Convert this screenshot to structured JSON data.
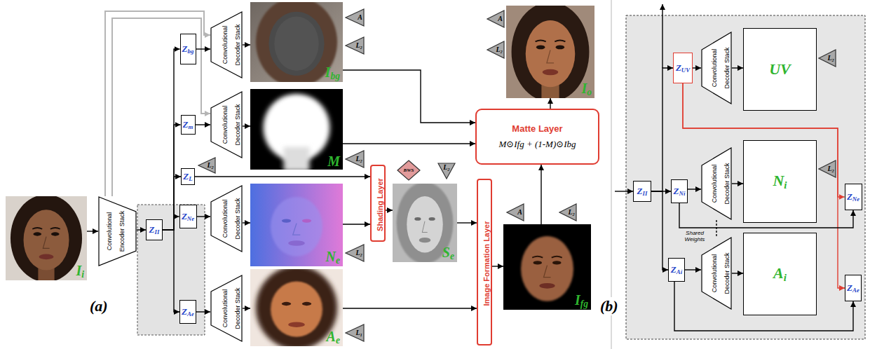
{
  "diagram": {
    "nodes": [
      {
        "text": [
          "I",
          "i"
        ]
      },
      {
        "text": [
          "Convolutional Encoder Stack"
        ]
      },
      {
        "text": [
          "Z",
          "II"
        ]
      },
      {
        "text": [
          "Z",
          "bg"
        ]
      },
      {
        "text": [
          "Z",
          "m"
        ]
      },
      {
        "text": [
          "Z",
          "L"
        ]
      },
      {
        "text": [
          "Z",
          "Ne"
        ]
      },
      {
        "text": [
          "Z",
          "Ae"
        ]
      },
      {
        "text": [
          "Convolutional Decoder Stack"
        ]
      },
      {
        "text": [
          "Convolutional Decoder Stack"
        ]
      },
      {
        "text": [
          "Convolutional Decoder Stack"
        ]
      },
      {
        "text": [
          "Convolutional Decoder Stack"
        ]
      },
      {
        "text": [
          "I",
          "bg"
        ]
      },
      {
        "text": [
          "M"
        ]
      },
      {
        "text": [
          "N",
          "e"
        ]
      },
      {
        "text": [
          "A",
          "e"
        ]
      },
      {
        "text": [
          "Shading Layer"
        ]
      },
      {
        "text": [
          "S",
          "e"
        ]
      },
      {
        "text": [
          "Image Formation Layer"
        ]
      },
      {
        "text": [
          "I",
          "fg"
        ]
      },
      {
        "text": [
          "Matte Layer",
          "M⊙Ifg + (1-M)⊙Ibg"
        ]
      },
      {
        "text": [
          "I",
          "o"
        ]
      },
      {
        "text": [
          "Z",
          "II"
        ]
      },
      {
        "text": [
          "Z",
          "UV"
        ]
      },
      {
        "text": [
          "Z",
          "Ni"
        ]
      },
      {
        "text": [
          "Z",
          "Ai"
        ]
      },
      {
        "text": [
          "Convolutional Decoder Stack"
        ]
      },
      {
        "text": [
          "Convolutional Decoder Stack"
        ]
      },
      {
        "text": [
          "Convolutional Decoder Stack"
        ]
      },
      {
        "text": [
          "UV"
        ]
      },
      {
        "text": [
          "N",
          "i"
        ]
      },
      {
        "text": [
          "A",
          "i"
        ]
      },
      {
        "text": [
          "Z",
          "Ne"
        ]
      },
      {
        "text": [
          "Z",
          "Ae"
        ]
      },
      {
        "text": [
          "A"
        ]
      },
      {
        "text": [
          "L₂"
        ]
      },
      {
        "text": [
          "L₂"
        ]
      },
      {
        "text": [
          "L₂"
        ]
      },
      {
        "text": [
          "L₂"
        ]
      },
      {
        "text": [
          "L₁"
        ]
      },
      {
        "text": [
          "BWS"
        ]
      },
      {
        "text": [
          "L₂"
        ]
      },
      {
        "text": [
          "A"
        ]
      },
      {
        "text": [
          "L₂"
        ]
      },
      {
        "text": [
          "A"
        ]
      },
      {
        "text": [
          "L₂"
        ]
      },
      {
        "text": [
          "L₂"
        ]
      },
      {
        "text": [
          "L₂"
        ]
      }
    ],
    "edges": [
      {
        "from": 0,
        "to": 1,
        "arrow": "to"
      },
      {
        "from": 1,
        "to": 2,
        "arrow": "to"
      },
      {
        "from": 1,
        "to": 8,
        "arrow": "to"
      },
      {
        "from": 1,
        "to": 9,
        "arrow": "to"
      },
      {
        "from": 2,
        "to": 3,
        "arrow": "to"
      },
      {
        "from": 2,
        "to": 4,
        "arrow": "to"
      },
      {
        "from": 2,
        "to": 5,
        "arrow": "to"
      },
      {
        "from": 2,
        "to": 6,
        "arrow": "to"
      },
      {
        "from": 2,
        "to": 7,
        "arrow": "to"
      },
      {
        "from": 3,
        "to": 8,
        "arrow": "to"
      },
      {
        "from": 4,
        "to": 9,
        "arrow": "to"
      },
      {
        "from": 6,
        "to": 10,
        "arrow": "to"
      },
      {
        "from": 7,
        "to": 11,
        "arrow": "to"
      },
      {
        "from": 8,
        "to": 12,
        "arrow": "to"
      },
      {
        "from": 9,
        "to": 13,
        "arrow": "to"
      },
      {
        "from": 10,
        "to": 14,
        "arrow": "to"
      },
      {
        "from": 11,
        "to": 15,
        "arrow": "to"
      },
      {
        "from": 5,
        "to": 16,
        "arrow": "to"
      },
      {
        "from": 14,
        "to": 16,
        "arrow": "to"
      },
      {
        "from": 16,
        "to": 17,
        "arrow": "to"
      },
      {
        "from": 17,
        "to": 18,
        "arrow": "to"
      },
      {
        "from": 15,
        "to": 18,
        "arrow": "to"
      },
      {
        "from": 18,
        "to": 19,
        "arrow": "to"
      },
      {
        "from": 19,
        "to": 20,
        "arrow": "to"
      },
      {
        "from": 12,
        "to": 20,
        "arrow": "to"
      },
      {
        "from": 13,
        "to": 20,
        "arrow": "to"
      },
      {
        "from": 20,
        "to": 21,
        "arrow": "to"
      },
      {
        "from": 22,
        "to": 23,
        "arrow": "to"
      },
      {
        "from": 22,
        "to": 24,
        "arrow": "to"
      },
      {
        "from": 22,
        "to": 25,
        "arrow": "to"
      },
      {
        "from": 23,
        "to": 26,
        "arrow": "to"
      },
      {
        "from": 24,
        "to": 27,
        "arrow": "to"
      },
      {
        "from": 25,
        "to": 28,
        "arrow": "to"
      },
      {
        "from": 26,
        "to": 29,
        "arrow": "to"
      },
      {
        "from": 27,
        "to": 30,
        "arrow": "to"
      },
      {
        "from": 28,
        "to": 31,
        "arrow": "to"
      },
      {
        "from": 27,
        "to": 28,
        "label": "Shared Weights",
        "arrow": "none"
      },
      {
        "from": 23,
        "to": 32,
        "arrow": "to"
      },
      {
        "from": 23,
        "to": 33,
        "arrow": "to"
      },
      {
        "from": 24,
        "to": 32,
        "arrow": "to"
      },
      {
        "from": 25,
        "to": 33,
        "arrow": "to"
      }
    ],
    "labels": [
      "(a)",
      "(b)"
    ]
  }
}
